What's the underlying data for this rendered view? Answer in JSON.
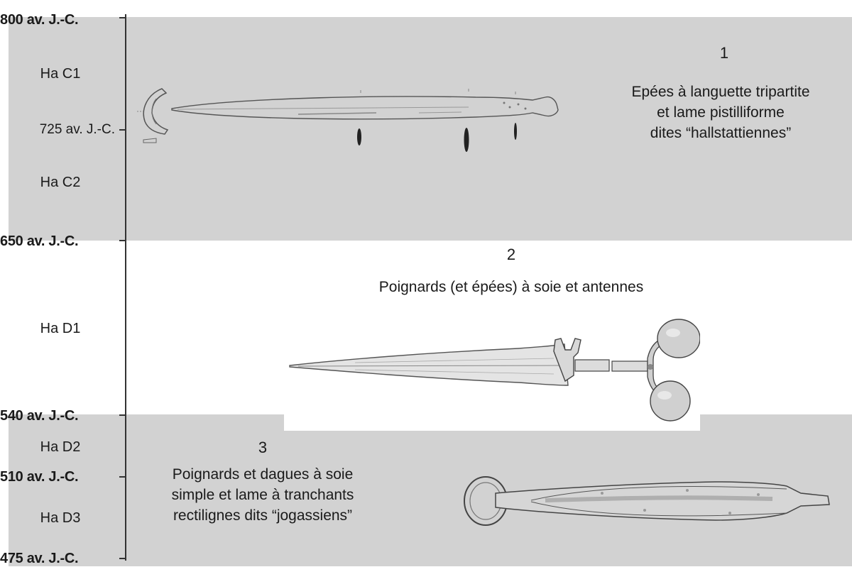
{
  "timeline": {
    "dates": {
      "d800": "800 av. J.-C.",
      "d725": "725 av. J.-C.",
      "d650": "650 av. J.-C.",
      "d540": "540 av. J.-C.",
      "d510": "510 av. J.-C.",
      "d475": "475 av. J.-C."
    },
    "periods": {
      "hac1": "Ha C1",
      "hac2": "Ha C2",
      "had1": "Ha D1",
      "had2": "Ha D2",
      "had3": "Ha D3"
    }
  },
  "groups": [
    {
      "number": "1",
      "lines": [
        "Epées à languette tripartite",
        "et lame pistilliforme",
        "dites “hallstattiennes”"
      ]
    },
    {
      "number": "2",
      "lines": [
        "Poignards (et épées) à soie et antennes"
      ]
    },
    {
      "number": "3",
      "lines": [
        "Poignards et dagues à soie",
        "simple et lame à tranchants",
        "rectilignes dits “jogassiens”"
      ]
    }
  ],
  "colors": {
    "band": "#d2d2d2",
    "ink": "#1a1a1a"
  }
}
